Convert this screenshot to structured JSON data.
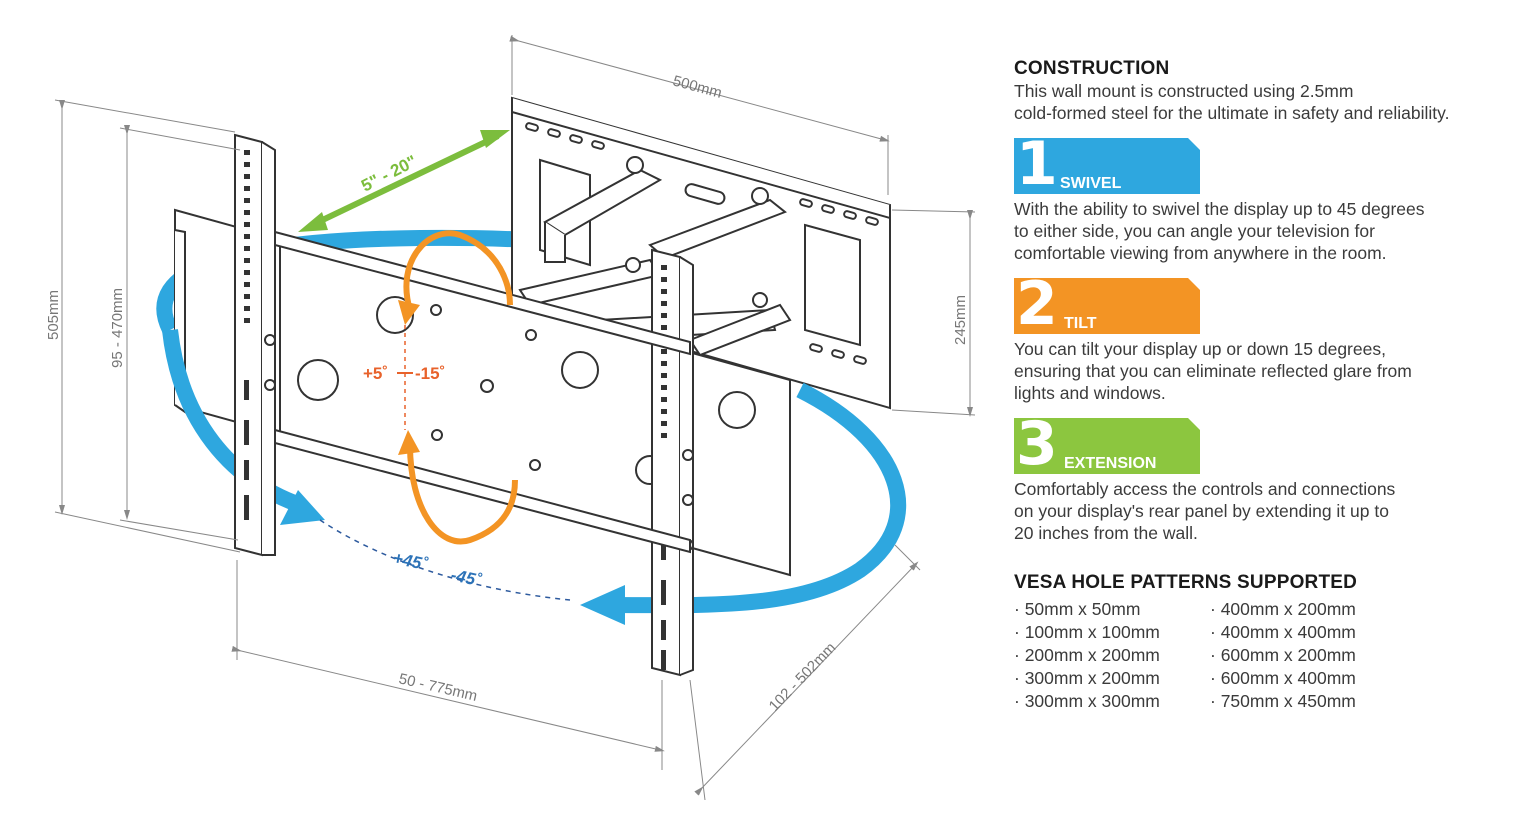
{
  "diagram": {
    "dimensions": {
      "width_top": "500mm",
      "height_outer": "505mm",
      "height_vesa": "95 - 470mm",
      "height_wall": "245mm",
      "width_bottom": "50 - 775mm",
      "depth": "102 - 502mm"
    },
    "reach_label": "5\" - 20\"",
    "tilt_up": "+5˚",
    "tilt_down": "-15˚",
    "swivel_left": "+45˚",
    "swivel_right": "-45˚",
    "colors": {
      "swivel_arrow": "#2ea7df",
      "tilt_arrow": "#f39424",
      "reach_arrow": "#7cbd3d",
      "line_art": "#333333"
    }
  },
  "construction": {
    "title": "CONSTRUCTION",
    "lines": [
      "This wall mount is constructed using 2.5mm",
      "cold-formed steel for the ultimate in safety and reliability."
    ]
  },
  "features": [
    {
      "number": "1",
      "title": "SWIVEL",
      "color": "#2ea7df",
      "lines": [
        "With the ability to swivel the display up to 45 degrees",
        "to either side, you can angle your television for",
        "comfortable viewing from anywhere in the room."
      ]
    },
    {
      "number": "2",
      "title": "TILT",
      "color": "#f39424",
      "lines": [
        "You can tilt your display up or down 15 degrees,",
        "ensuring that you can eliminate reflected glare from",
        "lights and windows."
      ]
    },
    {
      "number": "3",
      "title": "EXTENSION",
      "color": "#8cc63f",
      "lines": [
        "Comfortably access the controls and connections",
        "on your display's rear panel by extending it up to",
        "20 inches from the wall."
      ]
    }
  ],
  "vesa": {
    "title": "VESA HOLE PATTERNS SUPPORTED",
    "column_left": [
      "· 50mm x 50mm",
      "· 100mm x 100mm",
      "· 200mm x 200mm",
      "· 300mm x 200mm",
      "· 300mm x 300mm"
    ],
    "column_right": [
      "· 400mm x 200mm",
      "· 400mm x 400mm",
      "· 600mm x 200mm",
      "· 600mm x 400mm",
      "· 750mm x 450mm"
    ]
  }
}
